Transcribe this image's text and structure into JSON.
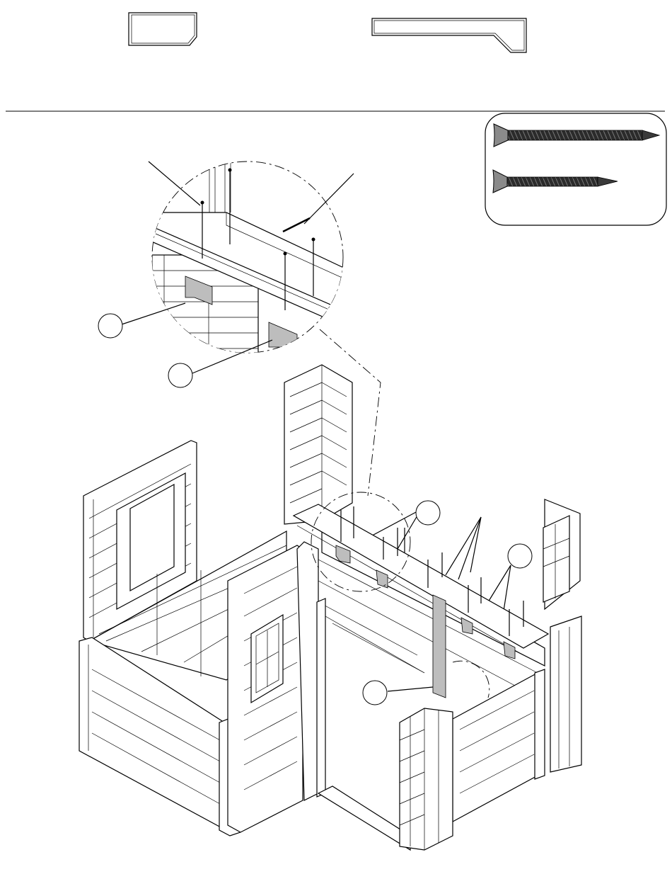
{
  "page": {
    "background": "#ffffff",
    "line_color": "#000000",
    "part_fill": "#bdbdbd"
  },
  "parts": [
    {
      "name": "short-board-part"
    },
    {
      "name": "long-board-part"
    }
  ],
  "hardware": [
    {
      "name": "long-screw-icon"
    },
    {
      "name": "short-screw-icon"
    }
  ],
  "callouts": [
    {
      "name": "callout-circle-1"
    },
    {
      "name": "callout-circle-2"
    },
    {
      "name": "callout-circle-3"
    },
    {
      "name": "callout-circle-4"
    },
    {
      "name": "callout-circle-5"
    }
  ]
}
